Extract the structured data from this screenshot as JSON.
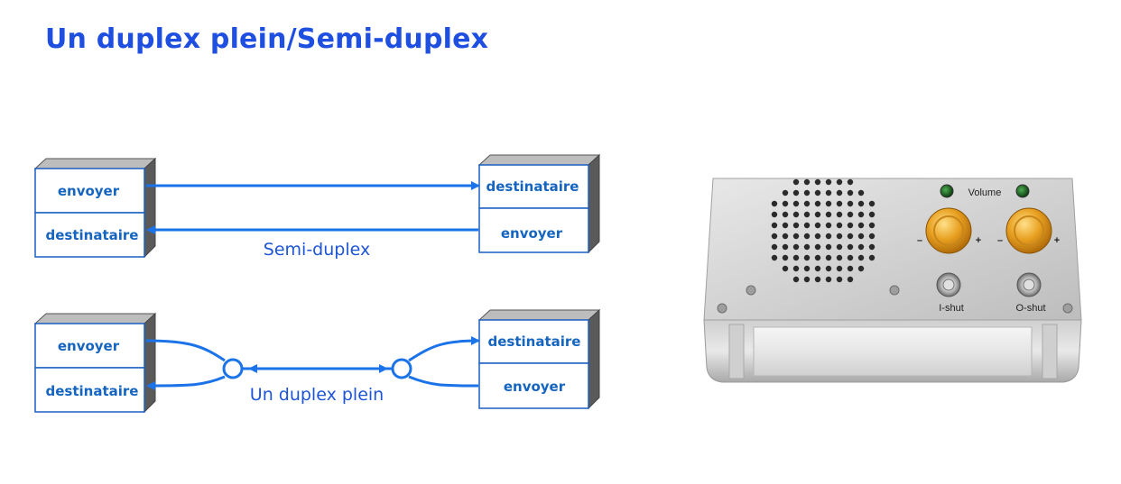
{
  "title": "Un duplex plein/Semi-duplex",
  "semi_duplex": {
    "mode_label": "Semi-duplex",
    "left_top": "envoyer",
    "left_bottom": "destinataire",
    "right_top": "destinataire",
    "right_bottom": "envoyer"
  },
  "full_duplex": {
    "mode_label": "Un duplex plein",
    "left_top": "envoyer",
    "left_bottom": "destinataire",
    "right_top": "destinataire",
    "right_bottom": "envoyer"
  },
  "device": {
    "volume_label": "Volume",
    "left_button_label": "I-shut",
    "right_button_label": "O-shut",
    "minus_sign": "–",
    "plus_sign": "+"
  },
  "colors": {
    "title": "#1f4fe0",
    "arrow": "#1a73e8",
    "box_side": "#4a4a4a",
    "box_border": "#1a5fc0"
  }
}
